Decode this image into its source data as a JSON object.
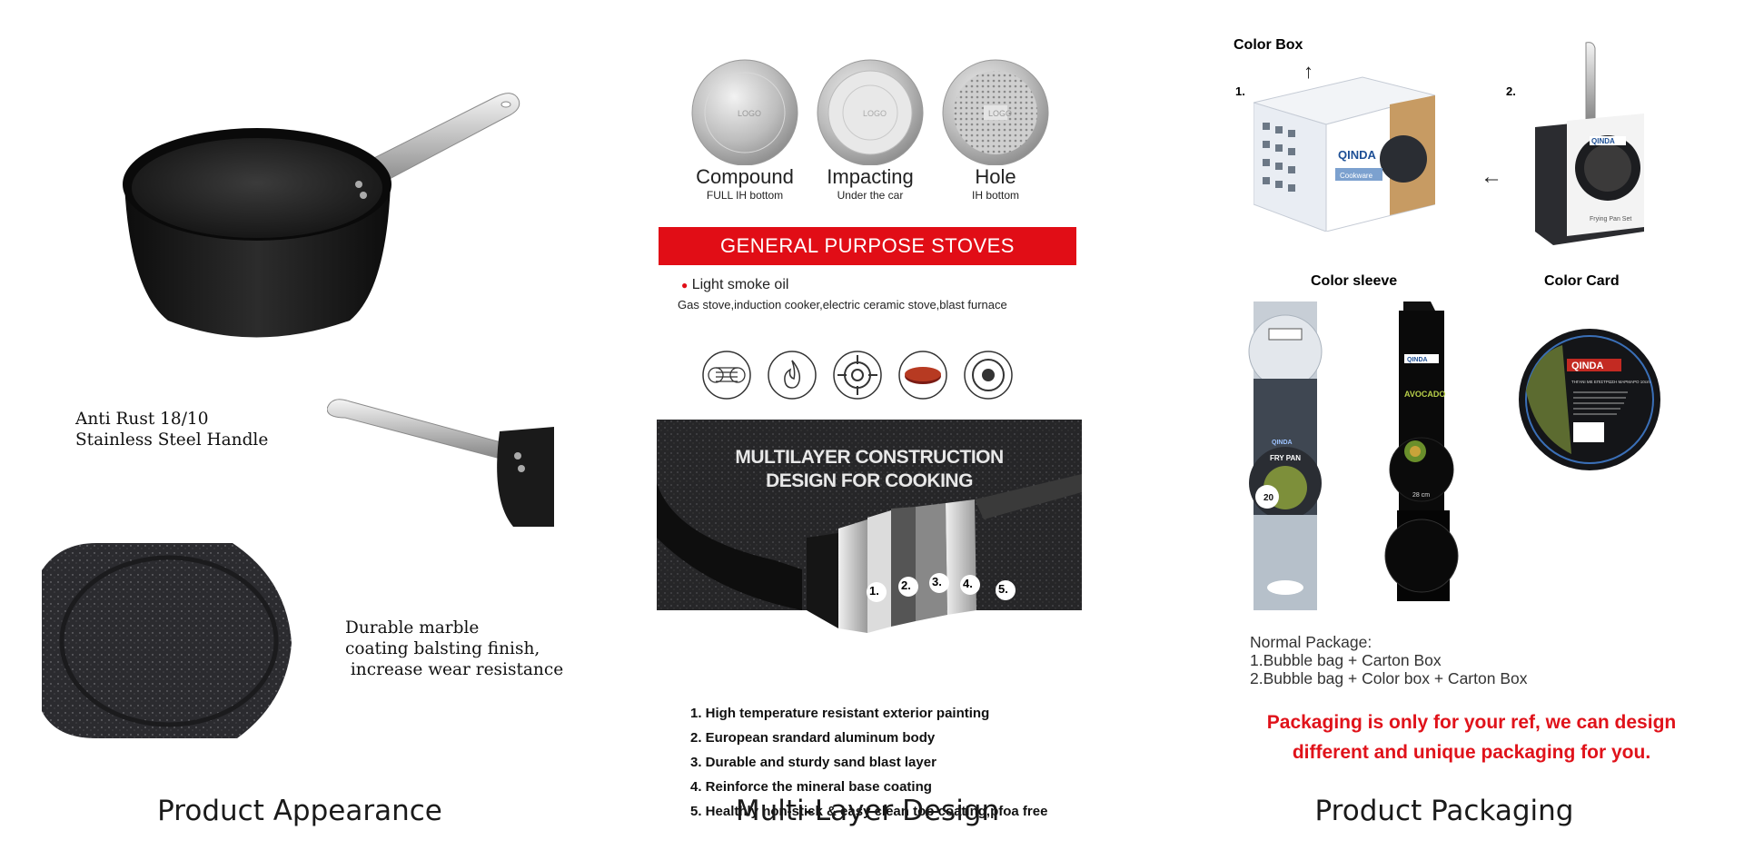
{
  "captions": {
    "appearance": "Product Appearance",
    "multilayer": "Multi-Layer Design",
    "packaging": "Product Packaging"
  },
  "appearance": {
    "handle_text": "Anti Rust 18/10\nStainless Steel Handle",
    "coating_text": "Durable marble\ncoating balsting finish,\n increase wear resistance"
  },
  "multilayer": {
    "bottoms": [
      {
        "title": "Compound",
        "sub": "FULL IH bottom",
        "logo": "LOGO"
      },
      {
        "title": "Impacting",
        "sub": "Under the car",
        "logo": "LOGO"
      },
      {
        "title": "Hole",
        "sub": "IH bottom",
        "logo": "LOGO"
      }
    ],
    "stoves_banner": "GENERAL PURPOSE STOVES",
    "smoke_oil": "Light smoke oil",
    "stove_types": "Gas stove,induction cooker,electric ceramic stove,blast furnace",
    "stove_icons": [
      "induction-coil-icon",
      "flame-icon",
      "gas-burner-icon",
      "ceramic-plate-icon",
      "hotplate-icon"
    ],
    "construction_title_1": "MULTILAYER CONSTRUCTION",
    "construction_title_2": "DESIGN FOR COOKING",
    "layer_numbers": [
      "1.",
      "2.",
      "3.",
      "4.",
      "5."
    ],
    "layers": [
      "1. High temperature resistant exterior painting",
      "2. European srandard aluminum body",
      "3. Durable and sturdy sand blast layer",
      "4. Reinforce the mineral base coating",
      "5. Healthly non-stick & easy clean top coating,pfoa free"
    ]
  },
  "packaging": {
    "color_box_label": "Color Box",
    "num1": "1.",
    "num2": "2.",
    "color_sleeve_label": "Color sleeve",
    "color_card_label": "Color Card",
    "brand": "QINDA",
    "box_tag": "Cookware",
    "sleeve1_tag": "FRY PAN",
    "sleeve1_size": "20",
    "sleeve2_tag": "AVOCADO",
    "sleeve2_size": "28 cm",
    "card_text": "ΤΗΓΑΝΙ ΜΕ ΕΠΙΣΤΡΩΣΗ ΜΑΡΜΑΡΟ 10cm",
    "fry_pan_note": "Frying Pan Set",
    "normal_package_title": "Normal Package:",
    "normal_package_1": "1.Bubble bag + Carton Box",
    "normal_package_2": "2.Bubble bag + Color box + Carton Box",
    "note_line1": "Packaging is only for your ref, we can design",
    "note_line2": "different and unique packaging for you."
  },
  "colors": {
    "red": "#e10d16",
    "pan_black": "#1e1e1e",
    "steel": "#c8c8c8"
  }
}
